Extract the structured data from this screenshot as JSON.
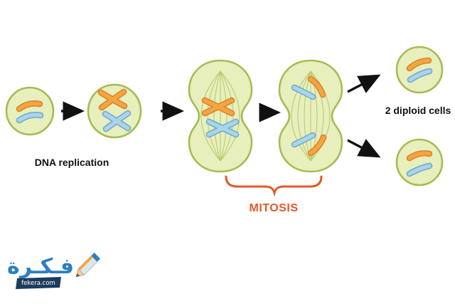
{
  "labels": {
    "dna_replication": "DNA replication",
    "mitosis": "MITOSIS",
    "diploid_cells": "2 diploid cells"
  },
  "watermark": {
    "brand_arabic": "فـكـرة",
    "site": "fekera.com"
  },
  "colors": {
    "cell_fill": "#e7efbd",
    "cell_stroke": "#a5bc52",
    "spindle": "#b9cc72",
    "chromosome_orange": "#f5a53f",
    "chromosome_orange_dark": "#d9822b",
    "chromosome_blue": "#a9d5ea",
    "chromosome_blue_dark": "#6fa8cc",
    "accent_orange": "#e05a28",
    "arrow_black": "#111111",
    "watermark_blue": "#2e7fc1",
    "banner_navy": "#1c3c5e"
  }
}
